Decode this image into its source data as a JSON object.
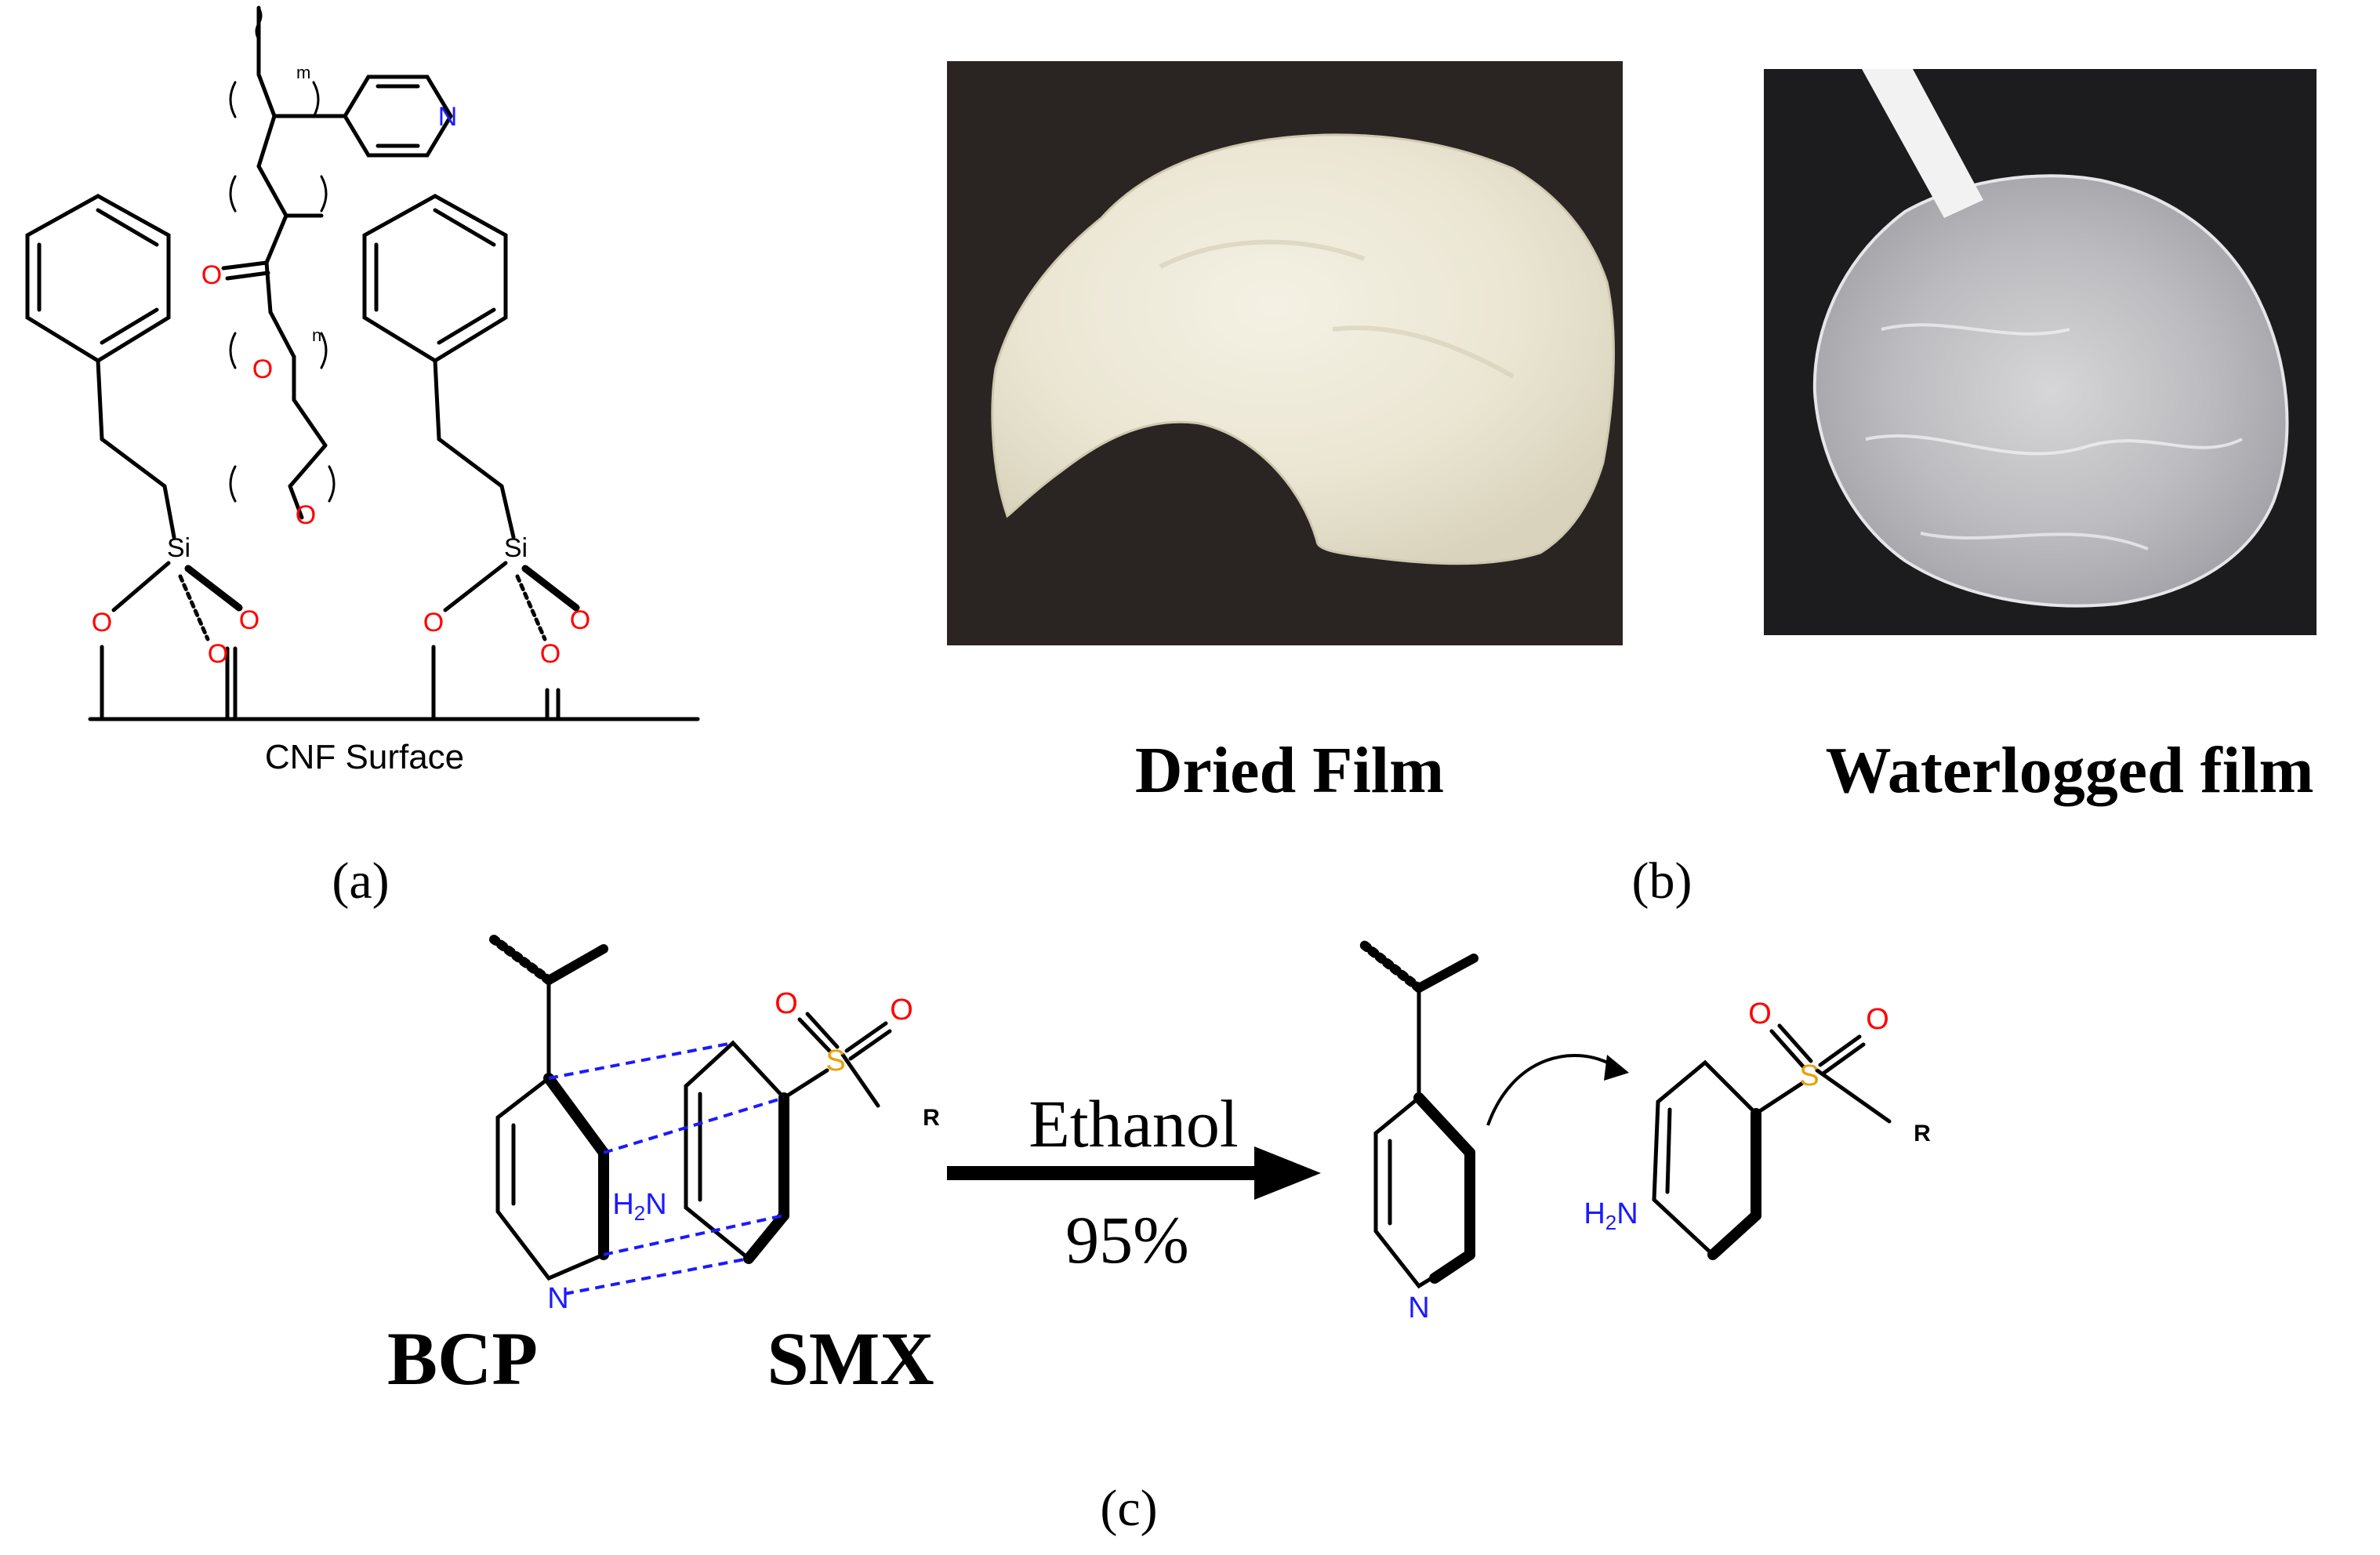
{
  "panel_a": {
    "caption": "(a)",
    "surface_label": "CNF Surface",
    "atoms": {
      "si": "Si",
      "o": "O",
      "n": "N"
    },
    "repeat_index": "n"
  },
  "panel_b": {
    "caption": "(b)",
    "dried_label": "Dried Film",
    "waterlogged_label": "Waterlogged film"
  },
  "panel_c": {
    "caption": "(c)",
    "bcp_label": "BCP",
    "smx_label": "SMX",
    "reagent": "Ethanol",
    "yield": "95%",
    "r_group": "R",
    "amine": "H2N",
    "sulfur": "S",
    "oxygen": "O",
    "nitrogen": "N"
  },
  "colors": {
    "nitrogen": "#1a1aff",
    "oxygen": "#ff0000",
    "sulfur": "#e8a000",
    "bond": "#000000",
    "pi_stack": "#1a1aff",
    "photo_background": "#2a2522"
  }
}
